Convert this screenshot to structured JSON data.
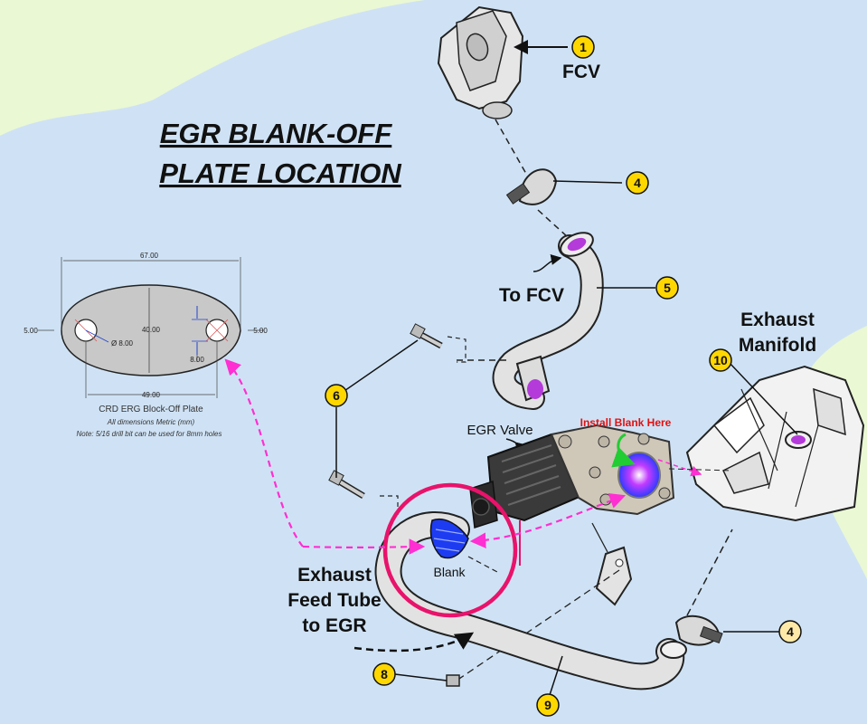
{
  "title": {
    "line1": "EGR BLANK-OFF",
    "line2": "PLATE LOCATION"
  },
  "labels": {
    "fcv": "FCV",
    "to_fcv": "To FCV",
    "egr_valve": "EGR Valve",
    "install_blank": "Install Blank Here",
    "exhaust_manifold_1": "Exhaust",
    "exhaust_manifold_2": "Manifold",
    "blank": "Blank",
    "feed_tube_1": "Exhaust",
    "feed_tube_2": "Feed Tube",
    "feed_tube_3": "to EGR"
  },
  "callouts": {
    "c1": "1",
    "c4a": "4",
    "c5": "5",
    "c6": "6",
    "c10": "10",
    "c4b": "4",
    "c8": "8",
    "c9": "9"
  },
  "plate": {
    "dim_width": "67.00",
    "dim_height": "40.00",
    "dim_hole": "Ø 8.00",
    "dim_hole_v": "8.00",
    "dim_left": "5.00",
    "dim_right": "5.00",
    "dim_spacing": "49.00",
    "caption": "CRD ERG Block-Off Plate",
    "note1": "All dimensions Metric (mm)",
    "note2": "Note: 5/16 drill bit can be used for 8mm holes"
  },
  "colors": {
    "background": "#eaf8d4",
    "blob": "#cfe2f5",
    "callout": "#ffd700",
    "callout_pale": "#ffe9a8",
    "magenta": "#ff2fd2",
    "circle": "#e8136b",
    "red_text": "#e31010",
    "blank_fill": "#1d3cf2"
  }
}
